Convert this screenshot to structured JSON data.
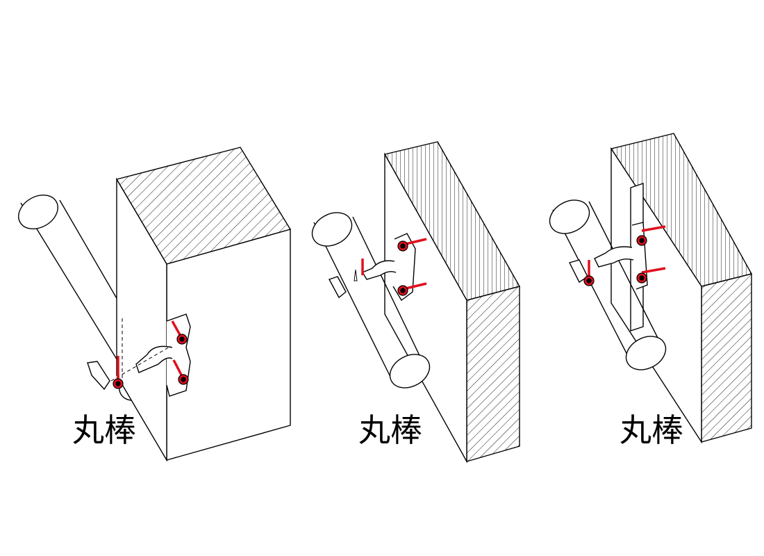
{
  "labels": {
    "figure_1": "丸棒",
    "figure_2": "丸棒",
    "figure_3": "丸棒"
  },
  "colors": {
    "line": "#000000",
    "screw": "#e0101e",
    "background": "#ffffff"
  }
}
